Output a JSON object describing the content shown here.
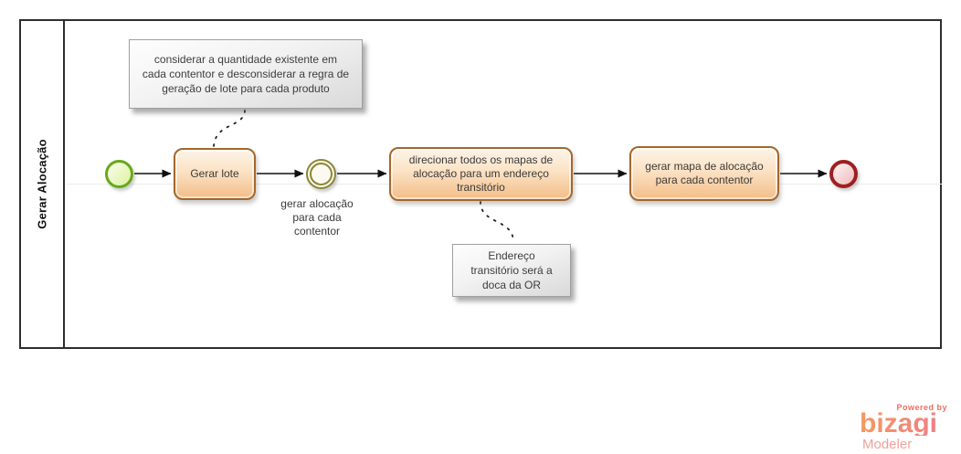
{
  "lane": {
    "label": "Gerar Alocação"
  },
  "nodes": {
    "task1": {
      "label": "Gerar lote"
    },
    "task2": {
      "label": "direcionar todos os mapas de alocação para um endereço transitório"
    },
    "task3": {
      "label": "gerar mapa de alocação para cada contentor"
    },
    "intermediate_event_label": "gerar alocação para cada contentor"
  },
  "annotations": {
    "note1": "considerar a quantidade existente em cada contentor e desconsiderar a regra de geração de lote para cada produto",
    "note2": "Endereço transitório será a doca da OR"
  },
  "branding": {
    "powered_by": "Powered by",
    "brand": "bizagi",
    "product": "Modeler"
  },
  "colors": {
    "task_border": "#a5672c",
    "task_fill_top": "#fdf4e8",
    "task_fill_bottom": "#f3bd87",
    "start_event_border": "#68a81c",
    "start_event_fill": "#e0f2a6",
    "intermediate_event_ring": "#8b8636",
    "end_event_border": "#9e2022",
    "end_event_fill": "#f1bfc1",
    "annotation_border": "#9f9f9f",
    "flow_line": "#111111",
    "pool_border": "#2e2e2e",
    "brand_orange": "#f49a60",
    "brand_pink": "#ee7b8b"
  }
}
